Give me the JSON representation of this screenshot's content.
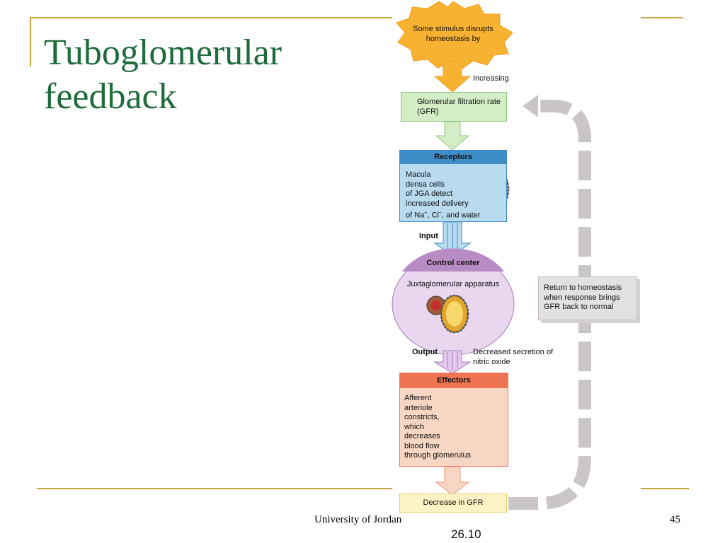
{
  "slide": {
    "title_line1": "Tuboglomerular",
    "title_line2": "feedback",
    "footer_center": "University of Jordan",
    "page_number": "45",
    "figure_number": "26.10"
  },
  "diagram": {
    "stimulus": "Some stimulus disrupts homeostasis by",
    "increasing_label": "Increasing",
    "variable": "Glomerular filtration rate (GFR)",
    "receptors": {
      "heading": "Receptors",
      "line1": "Macula",
      "line2": "densa cells",
      "line3": "of JGA detect",
      "line4": "increased delivery",
      "line5_pre": "of Na",
      "line5_sup1": "+",
      "line5_mid": ", Cl",
      "line5_sup2": "−",
      "line5_post": ", and water"
    },
    "input_label": "Input",
    "control_center": {
      "heading": "Control center",
      "text": "Juxtaglomerular apparatus"
    },
    "output_label": "Output",
    "output_text": "Decreased secretion of nitric oxide",
    "effectors": {
      "heading": "Effectors",
      "lines": [
        "Afferent",
        "arteriole",
        "constricts,",
        "which",
        "decreases",
        "blood flow",
        "through glomerulus"
      ]
    },
    "result": "Decrease in GFR",
    "return_text": "Return to homeostasis when response brings GFR back to normal"
  },
  "colors": {
    "title": "#1e6b3c",
    "gold_rule": "#c8a23a",
    "stimulus": "#f7b231",
    "variable_box": "#d3eec7",
    "receptors_head": "#3f8dc6",
    "receptors_body": "#b9dbef",
    "control_head": "#b98bc5",
    "control_body": "#e8d7ee",
    "effectors_head": "#ee7452",
    "effectors_body": "#f8d6c4",
    "result_box": "#fdf3c6",
    "return_box": "#e4e1e4",
    "feedback_arrow": "#c9c5c9"
  }
}
